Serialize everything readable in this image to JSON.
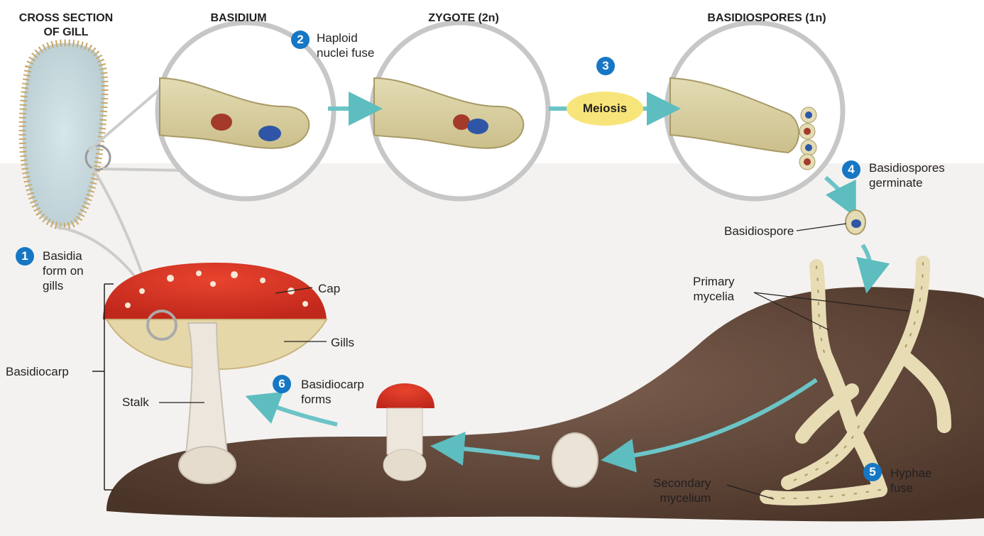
{
  "headers": {
    "gill_line1": "CROSS SECTION",
    "gill_line2": "OF GILL",
    "basidium": "BASIDIUM",
    "zygote": "ZYGOTE (2n)",
    "basidiospores": "BASIDIOSPORES (1n)"
  },
  "steps": [
    {
      "num": "1",
      "line1": "Basidia",
      "line2": "form on",
      "line3": "gills"
    },
    {
      "num": "2",
      "line1": "Haploid",
      "line2": "nuclei fuse"
    },
    {
      "num": "3",
      "label": "Meiosis"
    },
    {
      "num": "4",
      "line1": "Basidiospores",
      "line2": "germinate"
    },
    {
      "num": "5",
      "line1": "Hyphae",
      "line2": "fuse"
    },
    {
      "num": "6",
      "line1": "Basidiocarp",
      "line2": "forms"
    }
  ],
  "labels": {
    "cap": "Cap",
    "gills": "Gills",
    "stalk": "Stalk",
    "basidiocarp": "Basidiocarp",
    "basidiospore": "Basidiospore",
    "primary_line1": "Primary",
    "primary_line2": "mycelia",
    "secondary_line1": "Secondary",
    "secondary_line2": "mycelium"
  },
  "colors": {
    "badge": "#1677c4",
    "arrow": "#6cc4c7",
    "meiosis": "#f8e57a",
    "soil": "#6b4f3f",
    "haploid_nucleus_1": "#a33a2a",
    "haploid_nucleus_2": "#2f56a6"
  }
}
